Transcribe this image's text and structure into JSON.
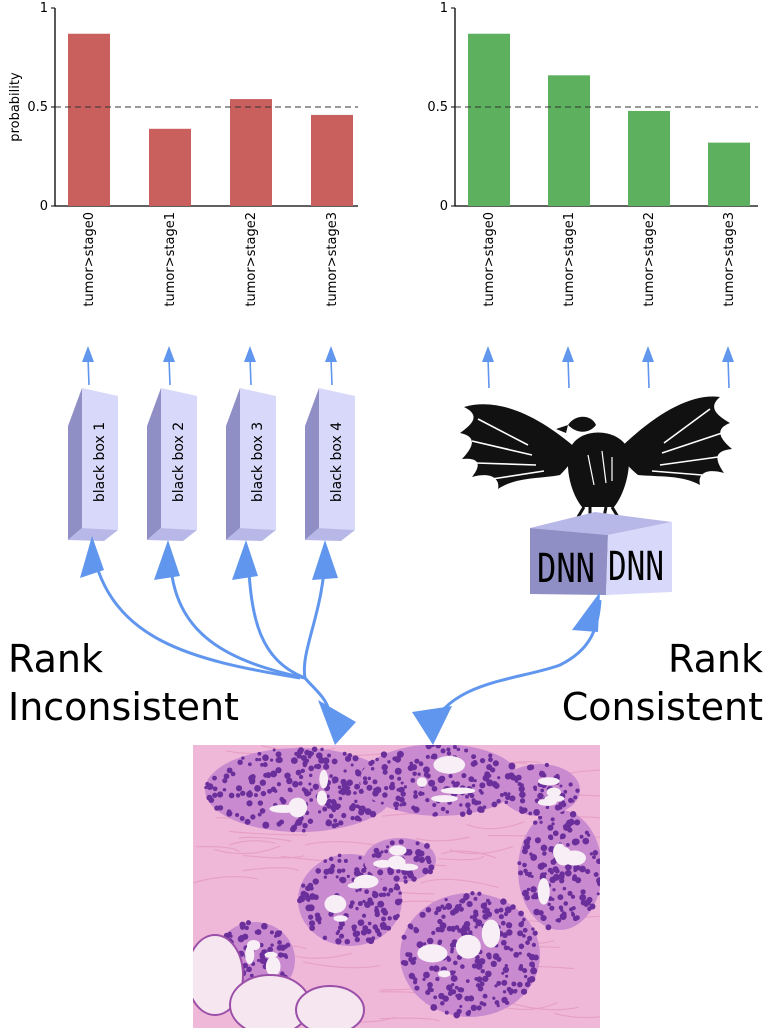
{
  "charts": [
    {
      "id": "left",
      "type": "bar",
      "ylabel": "probability",
      "yticks": [
        "0",
        "0.5",
        "1"
      ],
      "categories": [
        "tumor>stage0",
        "tumor>stage1",
        "tumor>stage2",
        "tumor>stage3"
      ],
      "values": [
        0.87,
        0.39,
        0.54,
        0.46
      ],
      "ylim": [
        0,
        1
      ],
      "threshold": 0.5,
      "color": "#c9605e"
    },
    {
      "id": "right",
      "type": "bar",
      "ylabel": "",
      "yticks": [
        "0",
        "0.5",
        "1"
      ],
      "categories": [
        "tumor>stage0",
        "tumor>stage1",
        "tumor>stage2",
        "tumor>stage3"
      ],
      "values": [
        0.87,
        0.66,
        0.48,
        0.32
      ],
      "ylim": [
        0,
        1
      ],
      "threshold": 0.5,
      "color": "#5db05d"
    }
  ],
  "black_boxes": [
    "black box 1",
    "black box 2",
    "black box 3",
    "black box 4"
  ],
  "dnn_label": "DNN",
  "labels": {
    "rank_inconsistent_line1": "Rank",
    "rank_inconsistent_line2": "Inconsistent",
    "rank_consistent_line1": "Rank",
    "rank_consistent_line2": "Consistent"
  },
  "colors": {
    "arrow": "#6196ee",
    "box_front": "#d8d8fa",
    "box_side": "#8f8fc6",
    "tissue_bg": "#f0b8d8",
    "tissue_cells": "#6a2f9a"
  },
  "icons": [
    "eagle-icon",
    "histology-image"
  ]
}
